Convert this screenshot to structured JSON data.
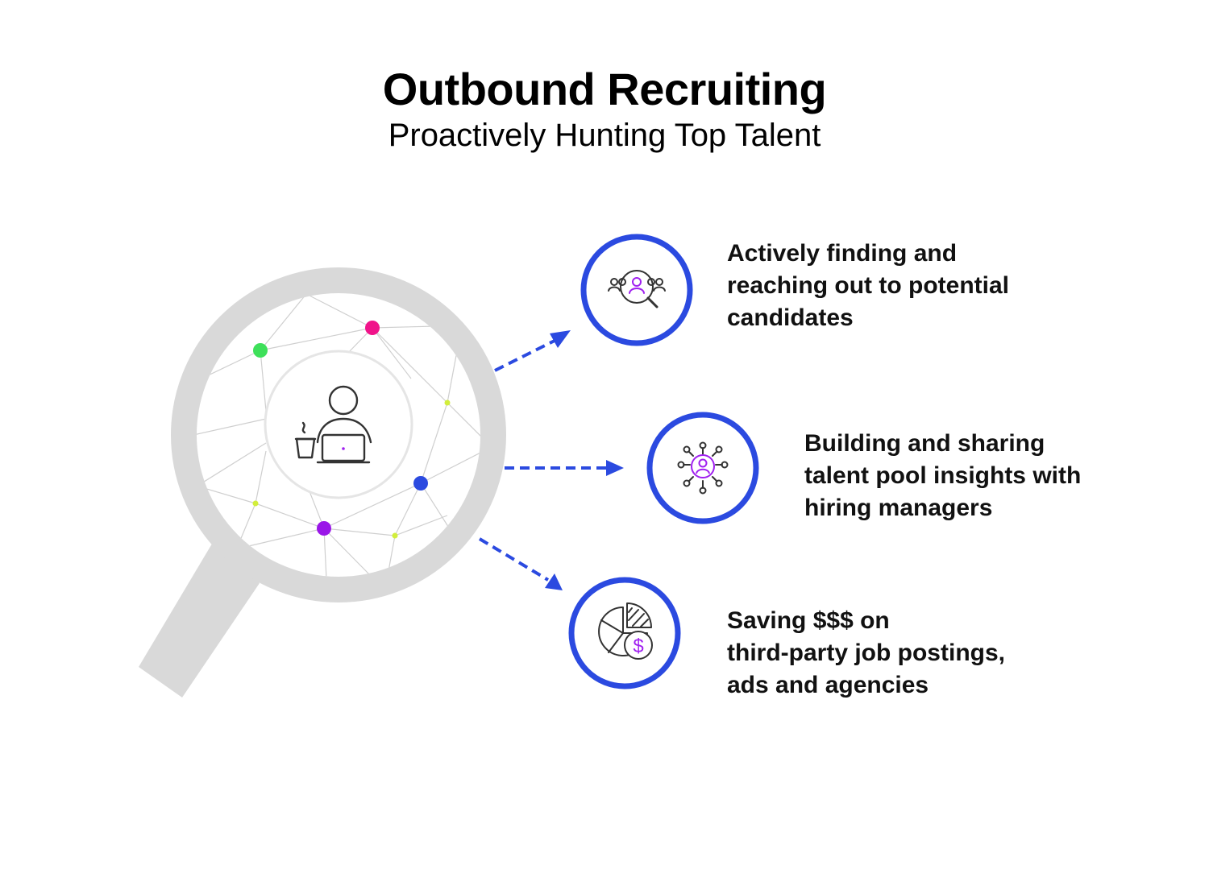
{
  "header": {
    "title": "Outbound Recruiting",
    "subtitle": "Proactively Hunting Top Talent"
  },
  "colors": {
    "accent": "#2b4ae0",
    "magnifier": "#d9d9d9",
    "network_lines": "#cfcfcf",
    "node_green": "#3ee05a",
    "node_pink": "#f0148a",
    "node_blue": "#2b4ae0",
    "node_purple": "#9a16e8",
    "node_lime": "#d2ee3c",
    "icon_stroke": "#333333",
    "icon_highlight": "#a020f0"
  },
  "center_icon": "recruiter-at-laptop-icon",
  "benefits": [
    {
      "icon": "people-search-icon",
      "lines": [
        "Actively finding and",
        "reaching out to potential",
        "candidates"
      ]
    },
    {
      "icon": "talent-network-icon",
      "lines": [
        "Building and sharing",
        "talent pool insights with",
        "hiring managers"
      ]
    },
    {
      "icon": "pie-chart-savings-icon",
      "lines": [
        "Saving $$$ on",
        "third-party job postings,",
        "ads and agencies"
      ]
    }
  ]
}
